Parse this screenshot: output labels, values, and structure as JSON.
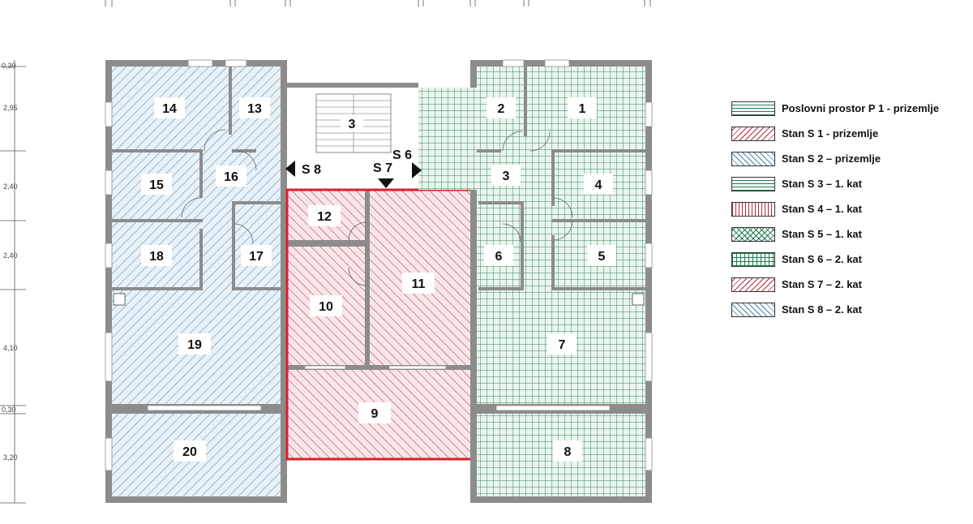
{
  "dimensions": [
    "0,30",
    "2,95",
    "2,40",
    "2,40",
    "4,10",
    "0,30",
    "3,20"
  ],
  "stair_number": "3",
  "entrances": [
    "S 8",
    "S 7",
    "S 6"
  ],
  "rooms": {
    "left": [
      "14",
      "13",
      "15",
      "16",
      "18",
      "17",
      "19",
      "20"
    ],
    "center": [
      "12",
      "11",
      "10",
      "9"
    ],
    "right": [
      "2",
      "1",
      "3",
      "4",
      "6",
      "5",
      "7",
      "8"
    ]
  },
  "colors": {
    "green": "#1e7a4a",
    "red": "#b02a3a",
    "blue": "#4a7fa8",
    "highlight": "#d9202c",
    "wall": "#8c8c8c"
  },
  "legend": [
    {
      "label": "Poslovni prostor P 1 - prizemlje",
      "pattern": "horizontal-lines",
      "color": "#1e7a4a"
    },
    {
      "label": "Stan S 1 - prizemlje",
      "pattern": "diagonal-up",
      "color": "#b02a3a"
    },
    {
      "label": "Stan S 2 – prizemlje",
      "pattern": "diagonal-down",
      "color": "#4a7fa8"
    },
    {
      "label": "Stan S 3 – 1. kat",
      "pattern": "horizontal-lines",
      "color": "#1e7a4a"
    },
    {
      "label": "Stan S 4 – 1. kat",
      "pattern": "vertical-lines",
      "color": "#b02a3a"
    },
    {
      "label": "Stan S 5 – 1. kat",
      "pattern": "cross-hatch",
      "color": "#1e7a4a"
    },
    {
      "label": "Stan S 6 – 2. kat",
      "pattern": "grid",
      "color": "#1e7a4a"
    },
    {
      "label": "Stan S 7 – 2. kat",
      "pattern": "diagonal-up",
      "color": "#b02a3a"
    },
    {
      "label": "Stan S 8 – 2. kat",
      "pattern": "diagonal-down",
      "color": "#4a7fa8"
    }
  ]
}
